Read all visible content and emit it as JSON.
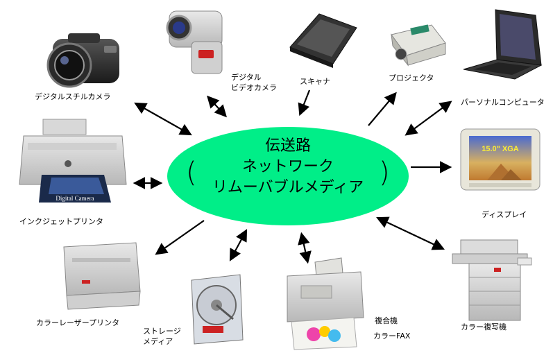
{
  "center": {
    "line1": "伝送路",
    "line2": "ネットワーク",
    "line3": "リムーバブルメディア",
    "paren_open": "(",
    "paren_close": ")",
    "color": "#00ee88"
  },
  "devices": {
    "digital_still_camera": "デジタルスチルカメラ",
    "digital_video_camera": "デジタル\nビデオカメラ",
    "scanner": "スキャナ",
    "projector": "プロジェクタ",
    "personal_computer": "パーソナルコンピュータ",
    "display": "ディスプレイ",
    "display_screen_text": "15.0\" XGA",
    "inkjet_printer": "インクジェットプリンタ",
    "inkjet_photo_text": "Digital Camera",
    "color_laser_printer": "カラーレーザープリンタ",
    "storage_media": "ストレージ\nメディア",
    "multifunction": "複合機",
    "color_fax": "カラーFAX",
    "color_copier": "カラー複写機"
  },
  "icons": [
    "digital-still-camera-icon",
    "digital-video-camera-icon",
    "scanner-icon",
    "projector-icon",
    "laptop-icon",
    "display-monitor-icon",
    "inkjet-printer-icon",
    "laser-printer-icon",
    "hard-disk-icon",
    "fax-multifunction-icon",
    "copier-icon"
  ]
}
